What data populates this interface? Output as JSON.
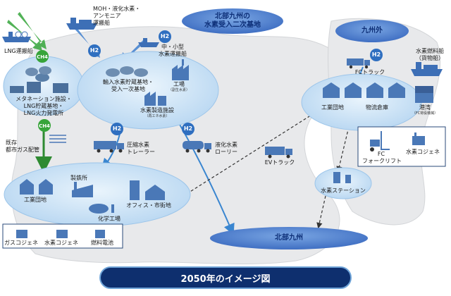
{
  "regions": {
    "north_kyushu_title_line1": "北部九州の",
    "north_kyushu_title_line2": "水素受入二次基地",
    "outside_kyushu": "九州外",
    "north_kyushu": "北部九州"
  },
  "labels": {
    "lng_ship": "LNG運搬船",
    "moh_ship_line1": "MOH・液化水素・",
    "moh_ship_line2": "アンモニア",
    "moh_ship_line3": "運搬船",
    "small_ship_line1": "中・小型",
    "small_ship_line2": "水素運搬船",
    "methanation_line1": "メタネーション施設・",
    "methanation_line2": "LNG貯蔵基地・",
    "methanation_line3": "LNG火力発電所",
    "import_base_line1": "輸入水素貯蔵基地・",
    "import_base_line2": "受入一次基地",
    "factory": "工場",
    "factory_sub": "（副生水素）",
    "production": "水素製造施設",
    "production_sub": "（再エネ水素）",
    "existing_gas_line1": "既存",
    "existing_gas_line2": "都市ガス配管",
    "tube_trailer_line1": "圧縮水素",
    "tube_trailer_line2": "トレーラー",
    "lorry_line1": "液化水素",
    "lorry_line2": "ローリー",
    "ev_truck": "EVトラック",
    "industrial_park_left": "工業団地",
    "steelworks": "製鉄所",
    "office": "オフィス・市街地",
    "chemical": "化学工場",
    "gas_cogene": "ガスコジェネ",
    "h2_cogene_left": "水素コジェネ",
    "fuel_cell": "燃料電池",
    "fc_truck": "FCトラック",
    "fuel_cargo_line1": "水素燃料船",
    "fuel_cargo_line2": "（貨物船）",
    "industrial_park_right": "工業団地",
    "logistics": "物流倉庫",
    "port": "港湾",
    "port_sub": "（FC荷役機械）",
    "fc_forklift_line1": "FC",
    "fc_forklift_line2": "フォークリフト",
    "h2_cogene_right": "水素コジェネ",
    "h2_station": "水素ステーション"
  },
  "badges": {
    "h2": "H2",
    "ch4": "CH4"
  },
  "footer": "2050年のイメージ図",
  "colors": {
    "navy": "#0e2f6e",
    "bubble_blue": "#bcd9f2",
    "region_blue": "#3f72c6",
    "badge_blue": "#2f6fc0",
    "ch4_green": "#37a43a",
    "arrow_blue": "#3a86d0",
    "map_gray": "#e7e8ea"
  }
}
